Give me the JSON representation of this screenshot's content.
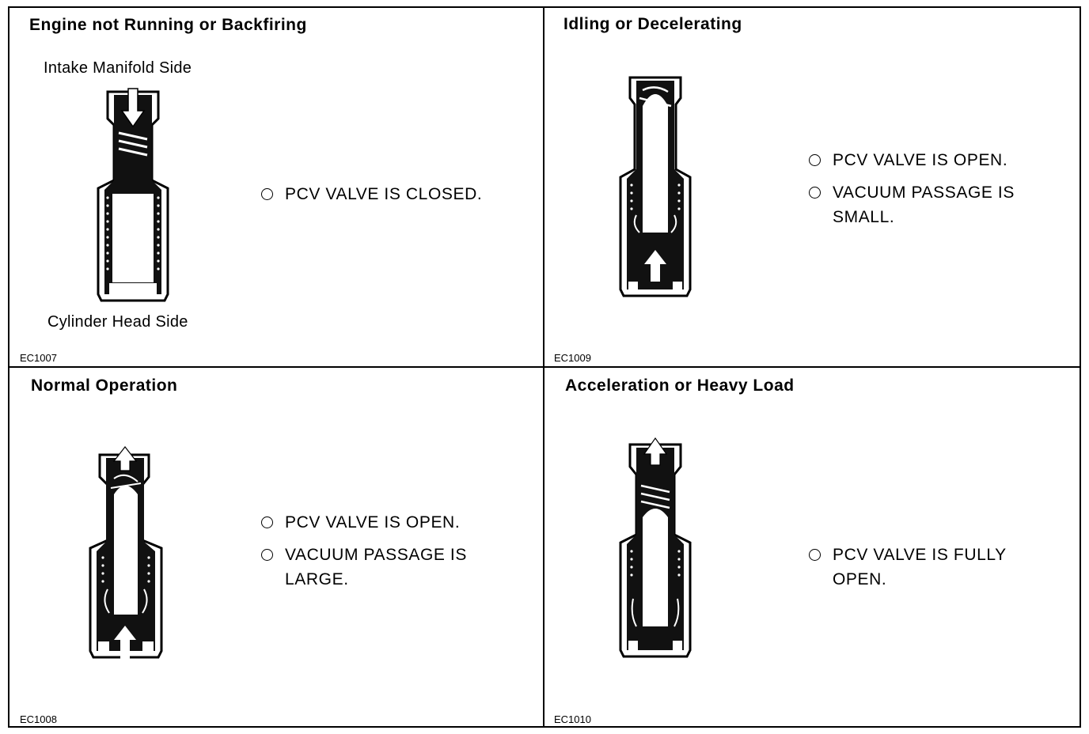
{
  "panels": [
    {
      "title": "Engine not Running or Backfiring",
      "top_label": "Intake Manifold Side",
      "bottom_label": "Cylinder Head Side",
      "bullets": [
        "PCV VALVE IS CLOSED."
      ],
      "code": "EC1007"
    },
    {
      "title": "Idling or Decelerating",
      "bullets": [
        "PCV VALVE IS OPEN.",
        "VACUUM PASSAGE IS\nSMALL."
      ],
      "code": "EC1009"
    },
    {
      "title": "Normal Operation",
      "bullets": [
        "PCV VALVE IS OPEN.",
        "VACUUM PASSAGE IS\nLARGE."
      ],
      "code": "EC1008"
    },
    {
      "title": "Acceleration or Heavy Load",
      "bullets": [
        "PCV VALVE IS FULLY\nOPEN."
      ],
      "code": "EC1010"
    }
  ]
}
